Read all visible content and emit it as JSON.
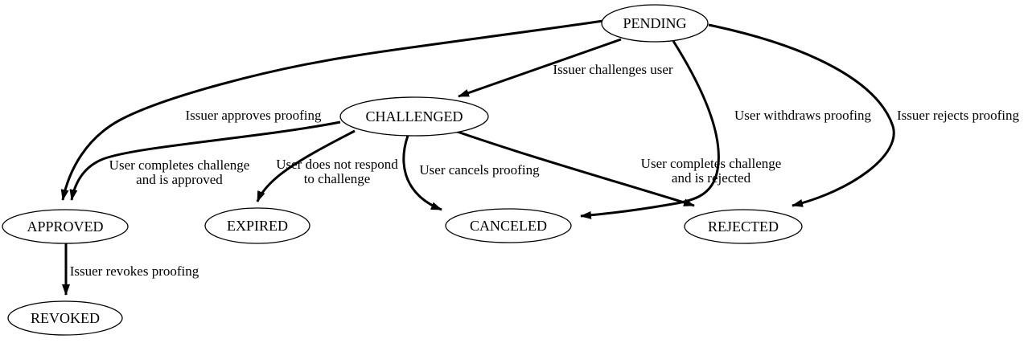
{
  "diagram": {
    "type": "state-transition-graph",
    "colors": {
      "background": "#ffffff",
      "node_fill": "#ffffff",
      "node_stroke": "#000000",
      "edge_stroke": "#000000",
      "text": "#000000"
    },
    "nodes": {
      "pending": {
        "label": "PENDING"
      },
      "challenged": {
        "label": "CHALLENGED"
      },
      "approved": {
        "label": "APPROVED"
      },
      "expired": {
        "label": "EXPIRED"
      },
      "canceled": {
        "label": "CANCELED"
      },
      "rejected": {
        "label": "REJECTED"
      },
      "revoked": {
        "label": "REVOKED"
      }
    },
    "edges": {
      "pending_challenged": {
        "from": "PENDING",
        "to": "CHALLENGED",
        "label": "Issuer challenges user"
      },
      "pending_approved": {
        "from": "PENDING",
        "to": "APPROVED",
        "label": "Issuer approves proofing"
      },
      "pending_canceled": {
        "from": "PENDING",
        "to": "CANCELED",
        "label": "User withdraws proofing"
      },
      "pending_rejected": {
        "from": "PENDING",
        "to": "REJECTED",
        "label": "Issuer rejects proofing"
      },
      "challenged_approved": {
        "from": "CHALLENGED",
        "to": "APPROVED",
        "label_line1": "User completes challenge",
        "label_line2": "and is approved"
      },
      "challenged_expired": {
        "from": "CHALLENGED",
        "to": "EXPIRED",
        "label_line1": "User does not respond",
        "label_line2": "to challenge"
      },
      "challenged_canceled": {
        "from": "CHALLENGED",
        "to": "CANCELED",
        "label": "User cancels proofing"
      },
      "challenged_rejected": {
        "from": "CHALLENGED",
        "to": "REJECTED",
        "label_line1": "User completes challenge",
        "label_line2": "and is rejected"
      },
      "approved_revoked": {
        "from": "APPROVED",
        "to": "REVOKED",
        "label": "Issuer revokes proofing"
      }
    }
  }
}
